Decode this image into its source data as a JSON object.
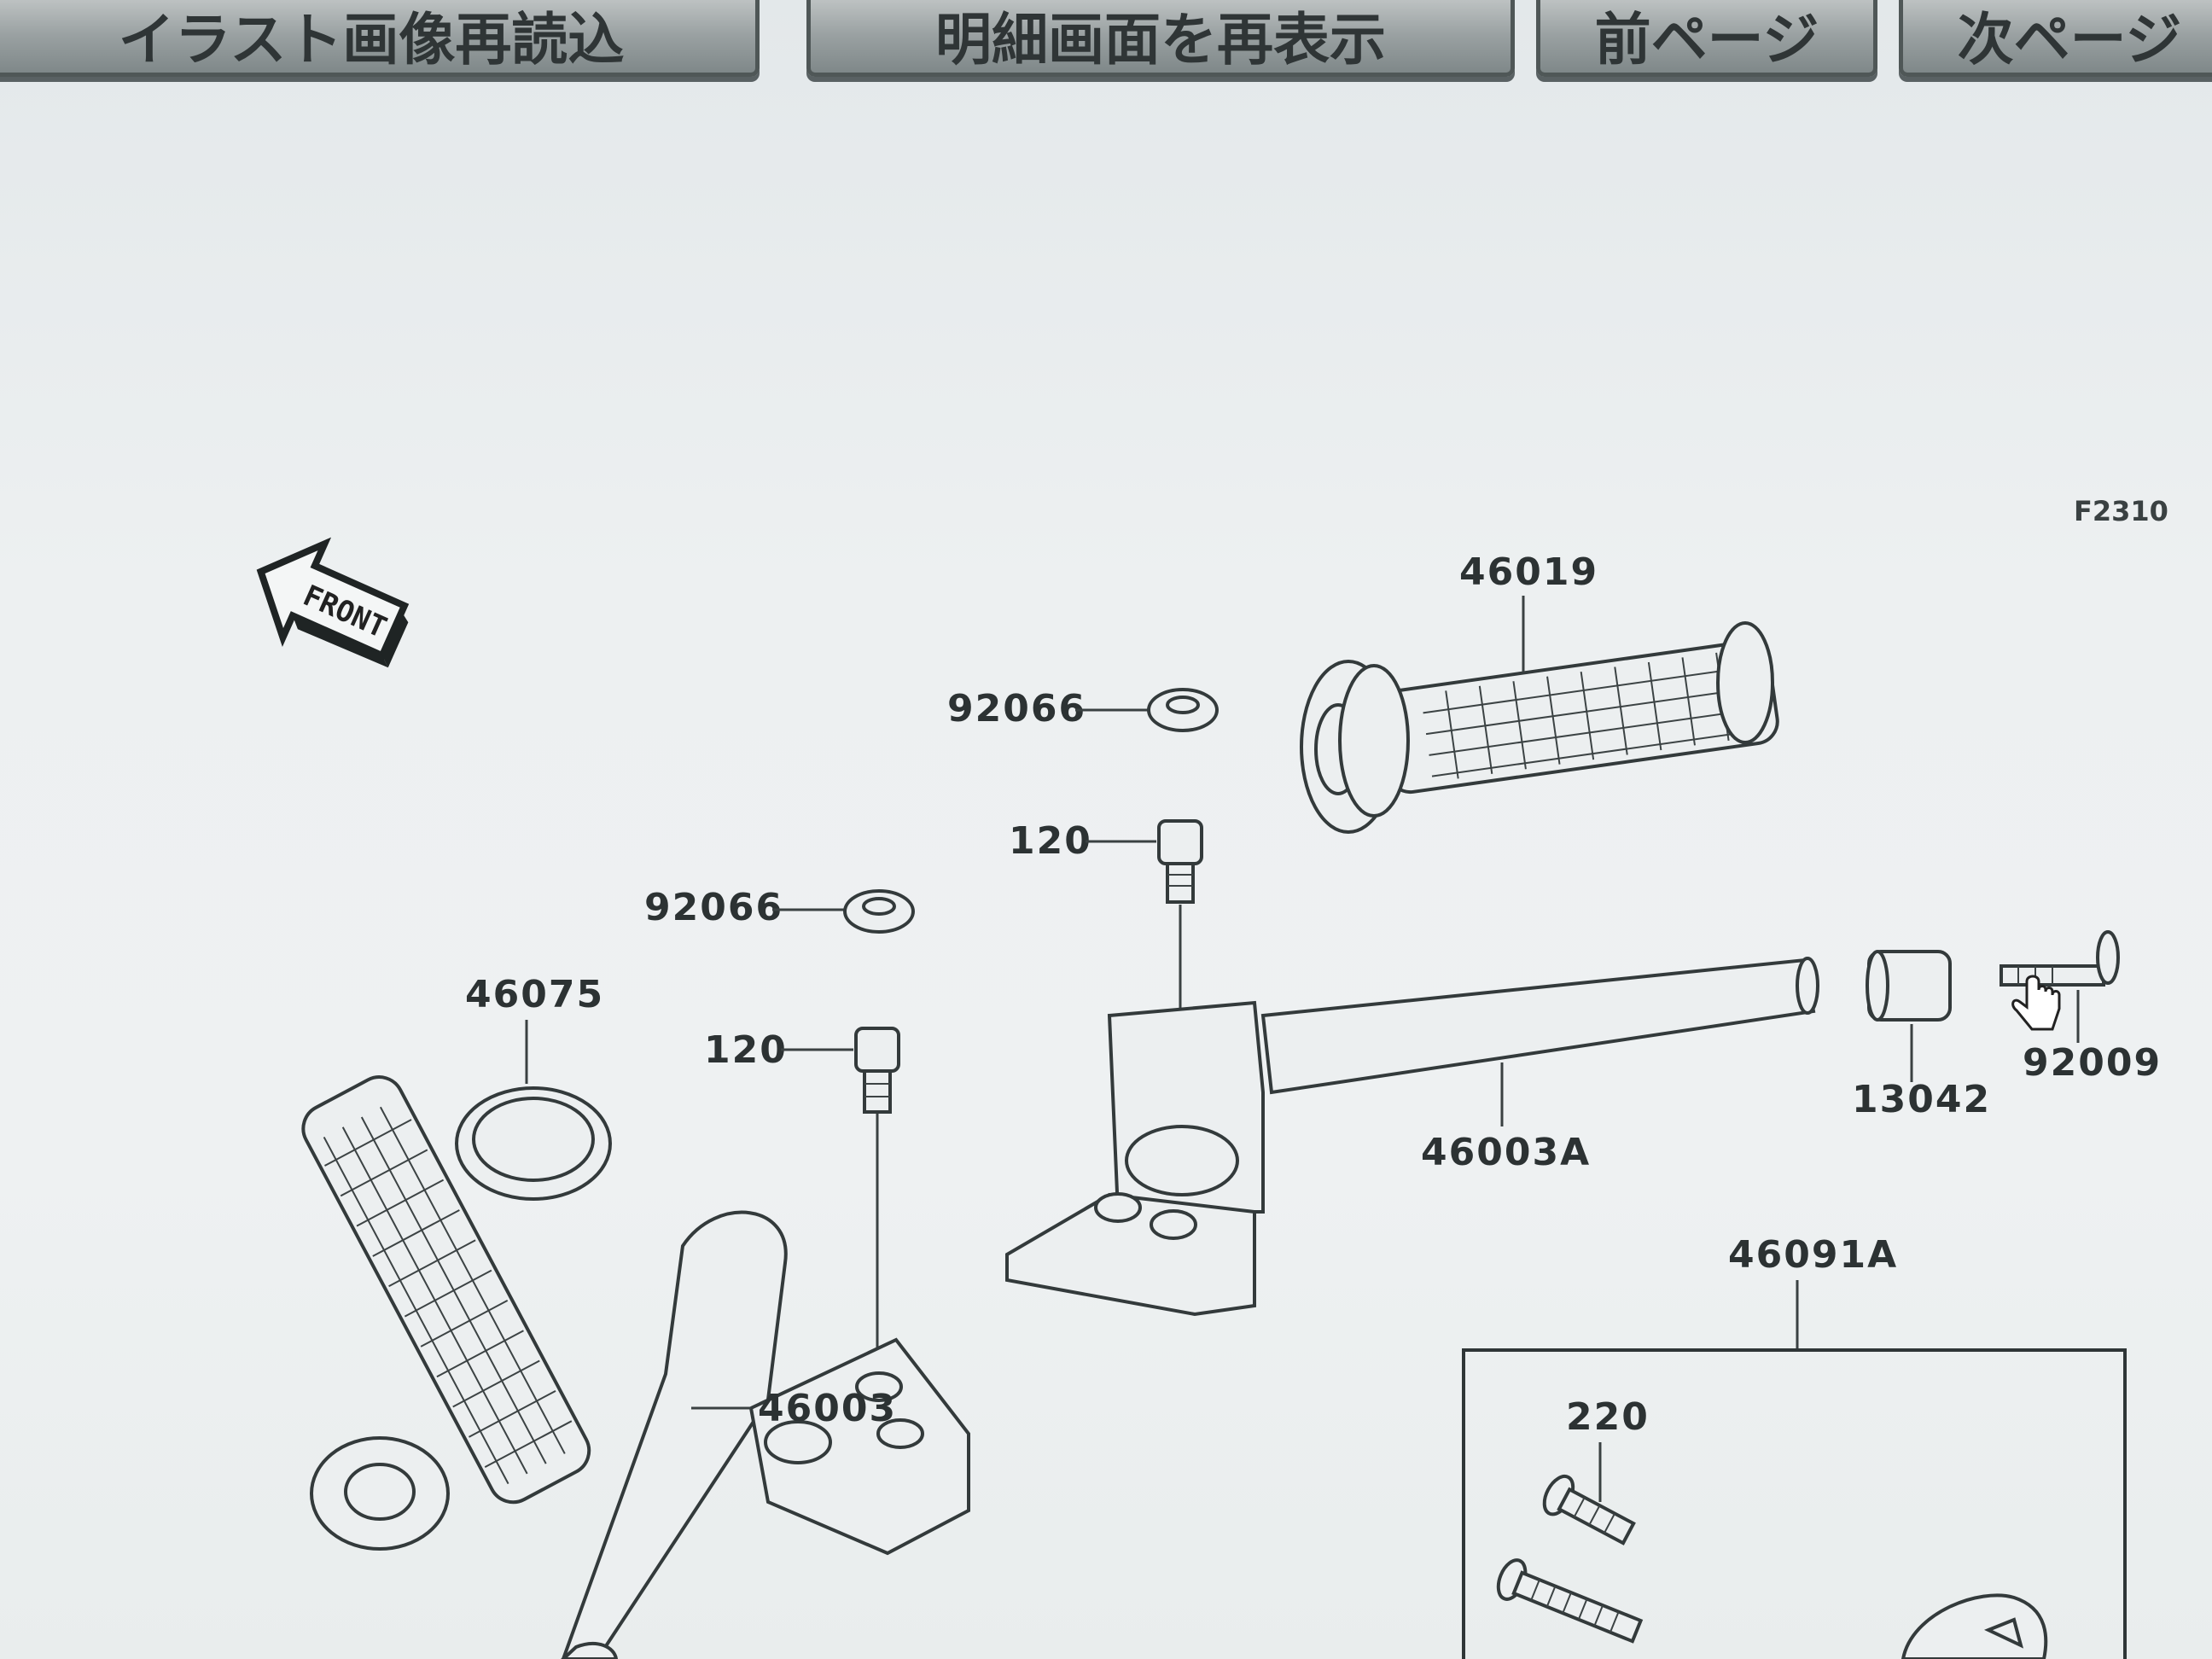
{
  "toolbar": {
    "reload_label": "イラスト画像再読込",
    "redisplay_label": "明細画面を再表示",
    "prev_label": "前ページ",
    "next_label": "次ページ"
  },
  "diagram": {
    "figure_code": "F2310",
    "front_label": "FRONT",
    "parts": {
      "grip_right": "46019",
      "cap_upper": "92066",
      "bolt_upper": "120",
      "grip_left": "46075",
      "cap_lower": "92066",
      "bolt_lower": "120",
      "handlebar_right": "46003A",
      "weight": "13042",
      "screw": "92009",
      "switch_assy": "46091A",
      "screw_220": "220",
      "handlebar_left": "46003"
    }
  },
  "colors": {
    "background": "#eceff0",
    "button_fill": "#9aa1a2",
    "button_border": "#4f5757",
    "ink": "#2f3637"
  },
  "icons": {
    "cursor": "hand-pointer-icon",
    "front": "front-arrow-icon"
  }
}
